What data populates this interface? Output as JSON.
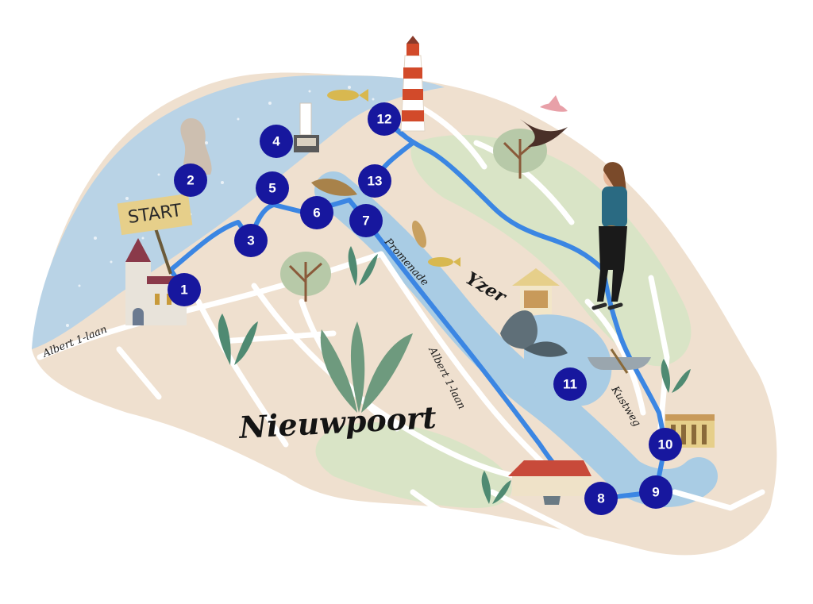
{
  "map": {
    "city_label": "Nieuwpoort",
    "river_label": "Yzer",
    "start_label": "START",
    "street_labels": {
      "albert_west": "Albert 1-laan",
      "albert_center": "Albert 1-laan",
      "promenade": "Promenade",
      "kustweg": "Kustweg"
    },
    "stops": [
      "1",
      "2",
      "3",
      "4",
      "5",
      "6",
      "7",
      "8",
      "9",
      "10",
      "11",
      "12",
      "13"
    ],
    "colors": {
      "sea": "#b9d3e6",
      "land": "#efe0cf",
      "park": "#d9e4c6",
      "water": "#a9cce4",
      "road": "#ffffff",
      "route": "#3b86e3",
      "marker": "#17179e"
    },
    "icons": [
      "church-icon",
      "statue-icon",
      "lighthouse-icon",
      "harbor-light-icon",
      "seal-icon",
      "hiker-icon",
      "bird-icon",
      "fish-icon",
      "boat-icon",
      "bucket-icon",
      "pavilion-icon",
      "tree-icon",
      "plant-icon"
    ]
  }
}
